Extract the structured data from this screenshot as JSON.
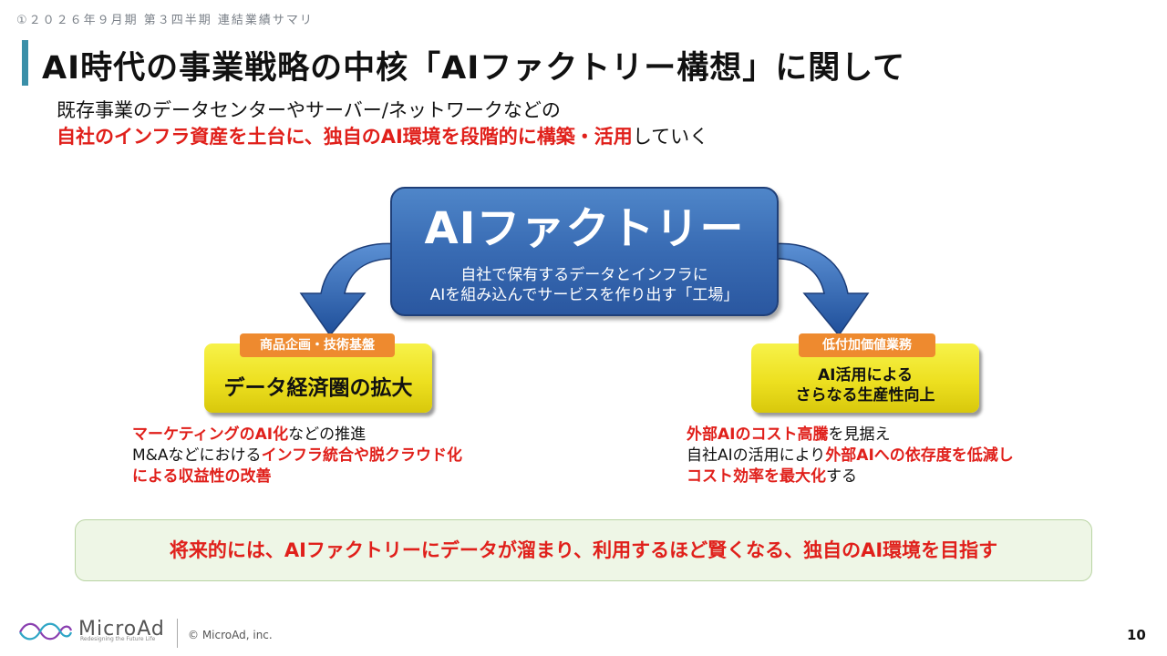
{
  "header": {
    "label": "①２０２６年９月期 第３四半期 連結業績サマリ"
  },
  "title": "AI時代の事業戦略の中核「AIファクトリー構想」に関して",
  "intro": {
    "line1": "既存事業のデータセンターやサーバー/ネットワークなどの",
    "line2_red": "自社のインフラ資産を土台に、独自のAI環境を段階的に構築・活用",
    "line2_black": "していく"
  },
  "factory": {
    "title": "AIファクトリー",
    "desc1": "自社で保有するデータとインフラに",
    "desc2": "AIを組み込んでサービスを作り出す「工場」"
  },
  "left": {
    "badge": "商品企画・技術基盤",
    "box": "データ経済圏の拡大",
    "b1_red": "マーケティングのAI化",
    "b1_black": "などの推進",
    "b2_black": "M&Aなどにおける",
    "b2_red": "インフラ統合や脱クラウド化",
    "b3_red": "による収益性の改善"
  },
  "right": {
    "badge": "低付加価値業務",
    "box1": "AI活用による",
    "box2": "さらなる生産性向上",
    "b1_red": "外部AIのコスト高騰",
    "b1_black": "を見据え",
    "b2_black": "自社AIの活用により",
    "b2_red": "外部AIへの依存度を低減し",
    "b3_red": "コスト効率を最大化",
    "b3_black": "する"
  },
  "vision": "将来的には、AIファクトリーにデータが溜まり、利用するほど賢くなる、独自のAI環境を目指す",
  "footer": {
    "logo": "MicroAd",
    "tagline": "Redesigning the Future Life",
    "copyright": "© MicroAd, inc.",
    "page": "10"
  },
  "colors": {
    "accent_red": "#e0201b",
    "factory_blue": "#3a6db5",
    "badge_orange": "#ee8a2f",
    "box_yellow": "#ede020",
    "title_bar": "#3a8fa8"
  },
  "icons": {
    "arrow": "curved-arrow-icon",
    "logo": "microad-logo-icon"
  }
}
